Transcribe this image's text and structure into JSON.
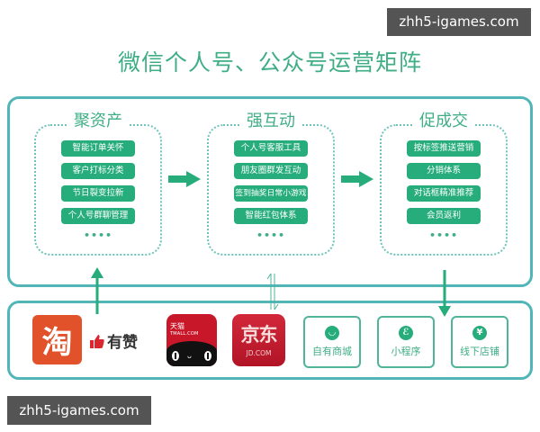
{
  "title": "微信个人号、公众号运营矩阵",
  "watermarks": {
    "top_right": "zhh5-igames.com",
    "bottom_left": "zhh5-igames.com"
  },
  "colors": {
    "frame": "#52b6b8",
    "accent_green": "#26ad7b",
    "title_green": "#3fae86",
    "taobao": "#e2522a",
    "jd": "#c9172a"
  },
  "groups": [
    {
      "title": "聚资产",
      "items": [
        "智能订单关怀",
        "客户打标分类",
        "节日裂变拉新",
        "个人号群聊管理"
      ],
      "more": "••••"
    },
    {
      "title": "强互动",
      "items": [
        "个人号客服工具",
        "朋友圈群发互动",
        "签到抽奖日常小游戏",
        "智能红包体系"
      ],
      "more": "••••"
    },
    {
      "title": "促成交",
      "items": [
        "按标签推送营销",
        "分销体系",
        "对话框精准推荐",
        "会员返利"
      ],
      "more": "••••"
    }
  ],
  "platforms": {
    "taobao": {
      "glyph": "淘"
    },
    "youzan": {
      "label": "有赞",
      "icon": "thumbs-up-icon"
    },
    "tmall": {
      "name": "天猫",
      "domain": "TMALL.COM"
    },
    "jd": {
      "name": "京东",
      "domain": "JD.COM"
    }
  },
  "channels": [
    {
      "label": "自有商城",
      "icon": "shopping-bag-icon",
      "glyph": "◡"
    },
    {
      "label": "小程序",
      "icon": "mini-program-icon",
      "glyph": "ℰ"
    },
    {
      "label": "线下店铺",
      "icon": "yen-icon",
      "glyph": "¥"
    }
  ]
}
